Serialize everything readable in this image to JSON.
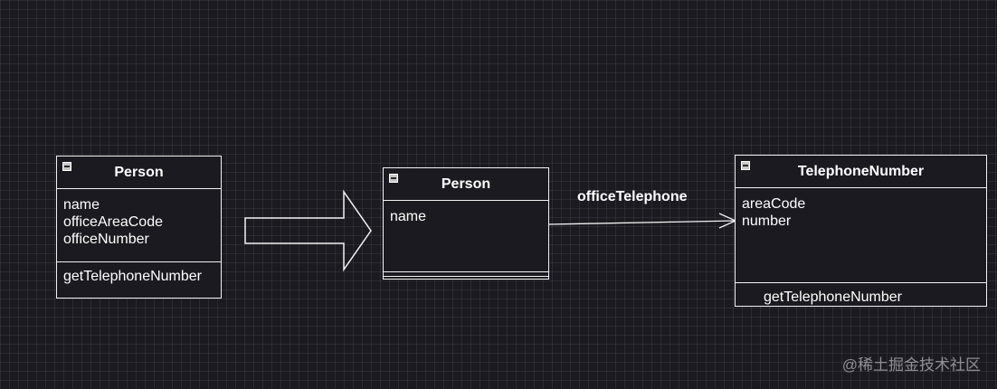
{
  "left_class": {
    "title": "Person",
    "attributes": [
      "name",
      "officeAreaCode",
      "officeNumber"
    ],
    "methods": [
      "getTelephoneNumber"
    ]
  },
  "mid_class": {
    "title": "Person",
    "attributes": [
      "name"
    ],
    "methods": []
  },
  "right_class": {
    "title": "TelephoneNumber",
    "attributes": [
      "areaCode",
      "number"
    ],
    "methods": [
      "getTelephoneNumber"
    ]
  },
  "association": {
    "label": "officeTelephone"
  },
  "watermark": "@稀土掘金技术社区",
  "colors": {
    "background": "#1b1a21",
    "stroke": "#f2f2f2",
    "text": "#ffffff"
  }
}
